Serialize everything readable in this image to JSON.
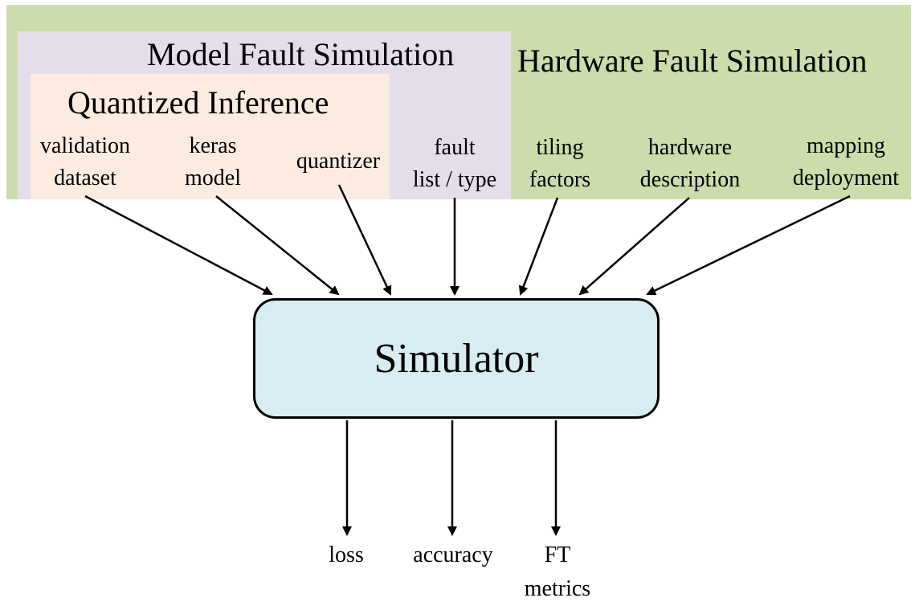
{
  "regions": {
    "hardware_fault_simulation": "Hardware Fault Simulation",
    "model_fault_simulation": "Model Fault Simulation",
    "quantized_inference": "Quantized Inference"
  },
  "inputs": {
    "validation_dataset": [
      "validation",
      "dataset"
    ],
    "keras_model": [
      "keras",
      "model"
    ],
    "quantizer": [
      "quantizer"
    ],
    "fault_list_type": [
      "fault",
      "list / type"
    ],
    "tiling_factors": [
      "tiling",
      "factors"
    ],
    "hardware_description": [
      "hardware",
      "description"
    ],
    "mapping_deployment": [
      "mapping",
      "deployment"
    ]
  },
  "center": {
    "simulator": "Simulator"
  },
  "outputs": {
    "loss": [
      "loss"
    ],
    "accuracy": [
      "accuracy"
    ],
    "ft_metrics": [
      "FT",
      "metrics"
    ]
  },
  "colors": {
    "hardware_region": "#ccdcab",
    "model_region": "#e4deea",
    "quantized_region": "#fdebe0",
    "simulator_fill": "#d8edf2",
    "stroke": "#000000"
  }
}
